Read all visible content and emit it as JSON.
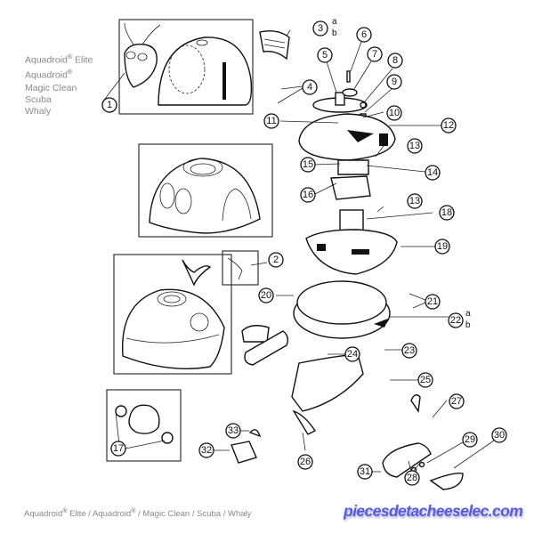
{
  "models_list": {
    "items": [
      {
        "name": "Aquadroid",
        "mark": "®",
        "suffix": " Elite"
      },
      {
        "name": "Aquadroid",
        "mark": "®",
        "suffix": ""
      },
      {
        "name": "Magic Clean",
        "mark": "",
        "suffix": ""
      },
      {
        "name": "Scuba",
        "mark": "",
        "suffix": ""
      },
      {
        "name": "Whaly",
        "mark": "",
        "suffix": ""
      }
    ]
  },
  "footer": {
    "part1": "Aquadroid",
    "mark1": "®",
    "part2": " Elite / Aquadroid",
    "mark2": "®",
    "part3": " / Magic Clean / Scuba / Whaly"
  },
  "watermark": "piecesdetacheeselec.com",
  "callouts": [
    {
      "id": "1",
      "label": "1"
    },
    {
      "id": "2",
      "label": "2"
    },
    {
      "id": "3",
      "label": "3",
      "variants": [
        "a",
        "b"
      ]
    },
    {
      "id": "4",
      "label": "4"
    },
    {
      "id": "5",
      "label": "5"
    },
    {
      "id": "6",
      "label": "6"
    },
    {
      "id": "7",
      "label": "7"
    },
    {
      "id": "8",
      "label": "8"
    },
    {
      "id": "9",
      "label": "9"
    },
    {
      "id": "10",
      "label": "10"
    },
    {
      "id": "11",
      "label": "11"
    },
    {
      "id": "12",
      "label": "12"
    },
    {
      "id": "13a",
      "label": "13"
    },
    {
      "id": "14",
      "label": "14"
    },
    {
      "id": "15",
      "label": "15"
    },
    {
      "id": "16",
      "label": "16"
    },
    {
      "id": "13b",
      "label": "13"
    },
    {
      "id": "17",
      "label": "17"
    },
    {
      "id": "18",
      "label": "18"
    },
    {
      "id": "19",
      "label": "19"
    },
    {
      "id": "20",
      "label": "20"
    },
    {
      "id": "21",
      "label": "21"
    },
    {
      "id": "22",
      "label": "22",
      "variants": [
        "a",
        "b"
      ]
    },
    {
      "id": "23",
      "label": "23"
    },
    {
      "id": "24",
      "label": "24"
    },
    {
      "id": "25",
      "label": "25"
    },
    {
      "id": "26",
      "label": "26"
    },
    {
      "id": "27",
      "label": "27"
    },
    {
      "id": "28",
      "label": "28"
    },
    {
      "id": "29",
      "label": "29"
    },
    {
      "id": "30",
      "label": "30"
    },
    {
      "id": "31",
      "label": "31"
    },
    {
      "id": "32",
      "label": "32"
    },
    {
      "id": "33",
      "label": "33"
    }
  ],
  "colors": {
    "text_gray": "#8a8a8a",
    "watermark": "#5a5ad8",
    "line": "#111111"
  }
}
